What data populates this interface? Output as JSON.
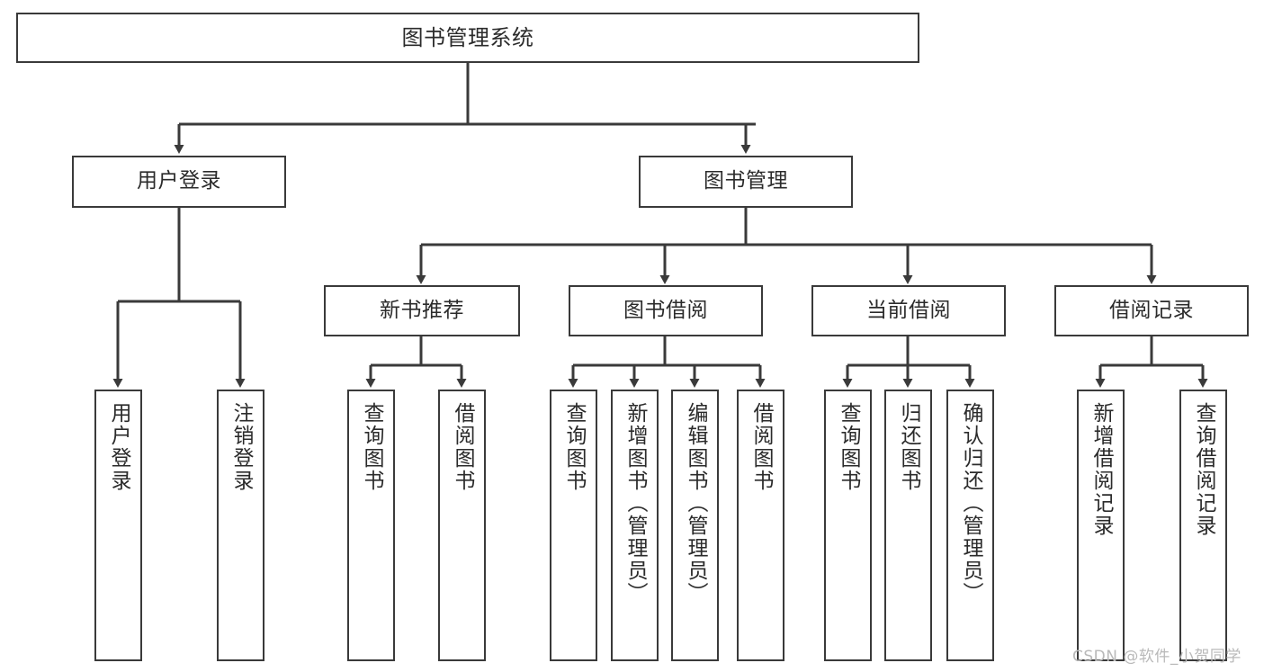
{
  "diagram": {
    "title": "图书管理系统",
    "type": "tree-hierarchy-diagram",
    "root": {
      "label": "图书管理系统"
    },
    "level1": [
      {
        "label": "用户登录"
      },
      {
        "label": "图书管理"
      }
    ],
    "level2": [
      {
        "label": "新书推荐"
      },
      {
        "label": "图书借阅"
      },
      {
        "label": "当前借阅"
      },
      {
        "label": "借阅记录"
      }
    ],
    "leaves": {
      "user_login": [
        {
          "label": "用户登录"
        },
        {
          "label": "注销登录"
        }
      ],
      "new_books": [
        {
          "label": "查询图书"
        },
        {
          "label": "借阅图书"
        }
      ],
      "borrow_books": [
        {
          "label": "查询图书"
        },
        {
          "label": "新增图书（管理员）"
        },
        {
          "label": "编辑图书（管理员）"
        },
        {
          "label": "借阅图书"
        }
      ],
      "current_borrow": [
        {
          "label": "查询图书"
        },
        {
          "label": "归还图书"
        },
        {
          "label": "确认归还（管理员）"
        }
      ],
      "borrow_records": [
        {
          "label": "新增借阅记录"
        },
        {
          "label": "查询借阅记录"
        }
      ]
    }
  },
  "watermark": {
    "text": "CSDN @软件_小贺同学"
  },
  "colors": {
    "stroke": "#3a3a3a",
    "background": "#ffffff",
    "text": "#2b2b2b",
    "watermark": "#b9b9b9"
  }
}
